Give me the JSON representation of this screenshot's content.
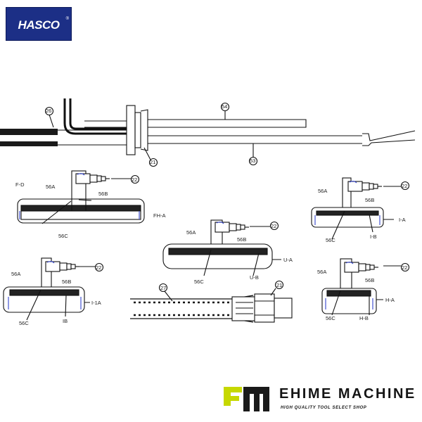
{
  "brand": {
    "logo_text": "HASCO",
    "registered_mark": "®",
    "logo_color": "#1c2f86"
  },
  "footer": {
    "company": "EHIME MACHINE",
    "tagline": "HIGH QUALITY TOOL SELECT SHOP",
    "logo_accent": "#c6d800",
    "logo_dark": "#1a1a1a"
  },
  "diagram": {
    "top_assembly": {
      "callouts": [
        "26",
        "54",
        "21",
        "53"
      ]
    },
    "assemblies": [
      {
        "id": "fh",
        "callouts": [
          "56A",
          "22",
          "56B",
          "F-D",
          "FH-A",
          "56C"
        ]
      },
      {
        "id": "i",
        "callouts": [
          "56A",
          "22",
          "56B",
          "I-A",
          "56C",
          "I-B"
        ]
      },
      {
        "id": "u",
        "callouts": [
          "56A",
          "22",
          "56B",
          "U-A",
          "56C",
          "U-B"
        ]
      },
      {
        "id": "i1",
        "callouts": [
          "56A",
          "22",
          "56B",
          "I-1A",
          "56C",
          "IB"
        ]
      },
      {
        "id": "h",
        "callouts": [
          "56A",
          "22",
          "56B",
          "H-A",
          "56C",
          "H-B"
        ]
      },
      {
        "id": "hose",
        "callouts": [
          "27",
          "21"
        ]
      }
    ]
  }
}
